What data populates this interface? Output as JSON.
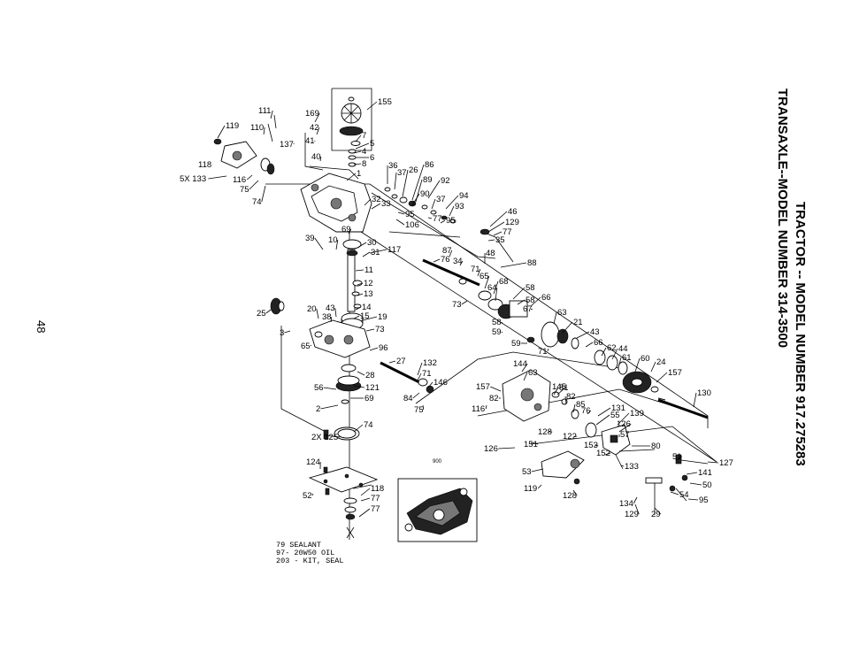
{
  "titles": {
    "line1": "TRACTOR -- MODEL NUMBER 917.275283",
    "line2": "TRANSAXLE--MODEL NUMBER 314-3500"
  },
  "page_number": "48",
  "inset_label": "900",
  "notes": {
    "sealant": "79 SEALANT",
    "oil": "97- 20W50 OIL",
    "kit": "203 - KIT, SEAL"
  },
  "callouts": [
    "155",
    "111",
    "169",
    "119",
    "110",
    "42",
    "7",
    "137",
    "41",
    "5",
    "4",
    "6",
    "40",
    "8",
    "118",
    "5X 133",
    "116",
    "75",
    "74",
    "1",
    "36",
    "37",
    "26",
    "86",
    "92",
    "89",
    "90",
    "94",
    "32",
    "33",
    "37",
    "93",
    "95",
    "106",
    "77",
    "95",
    "46",
    "129",
    "77",
    "35",
    "39",
    "10",
    "69",
    "30",
    "117",
    "31",
    "87",
    "76",
    "34",
    "48",
    "88",
    "71",
    "11",
    "65",
    "68",
    "12",
    "64",
    "58",
    "13",
    "73",
    "66",
    "67",
    "63",
    "25",
    "20",
    "43",
    "14",
    "38",
    "15",
    "19",
    "58",
    "58",
    "59",
    "21",
    "3",
    "73",
    "43",
    "65",
    "66",
    "59",
    "71",
    "62",
    "44",
    "96",
    "61",
    "60",
    "24",
    "27",
    "132",
    "144",
    "28",
    "71",
    "157",
    "63",
    "146",
    "56",
    "121",
    "157",
    "69",
    "82",
    "81",
    "84",
    "145",
    "82",
    "2",
    "75",
    "116",
    "85",
    "76",
    "131",
    "130",
    "55",
    "139",
    "74",
    "126",
    "128",
    "57",
    "122",
    "2X 125",
    "153",
    "80",
    "126",
    "151",
    "152",
    "51",
    "127",
    "124",
    "133",
    "141",
    "53",
    "50",
    "118",
    "52",
    "119",
    "77",
    "128",
    "54",
    "95",
    "77",
    "134",
    "129",
    "29"
  ]
}
